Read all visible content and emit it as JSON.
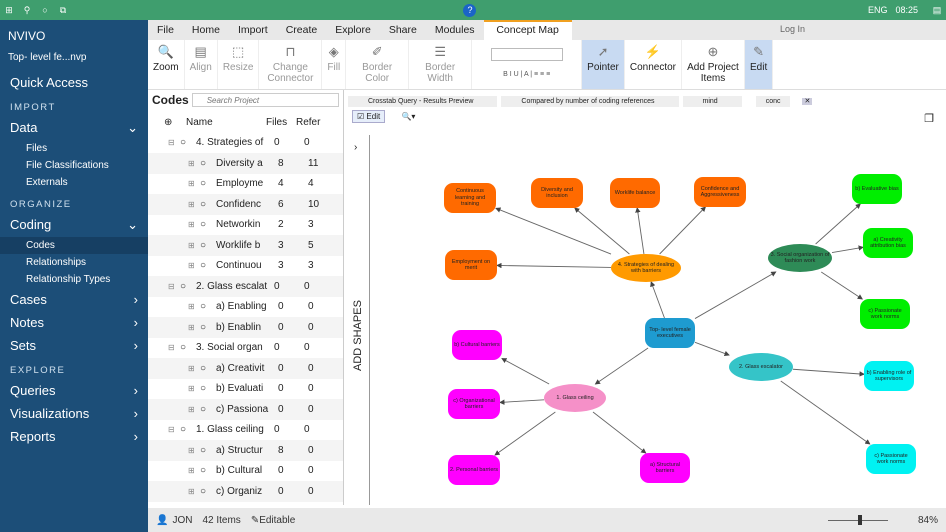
{
  "taskbar": {
    "lang": "ENG",
    "time": "08:25"
  },
  "sidebar": {
    "app": "NVIVO",
    "project": "Top- level fe...nvp",
    "quick_access": "Quick Access",
    "sections": [
      {
        "title": "IMPORT",
        "groups": [
          {
            "label": "Data",
            "items": [
              "Files",
              "File Classifications",
              "Externals"
            ]
          }
        ]
      },
      {
        "title": "ORGANIZE",
        "groups": [
          {
            "label": "Coding",
            "items": [
              "Codes",
              "Relationships",
              "Relationship Types"
            ]
          },
          {
            "label": "Cases",
            "items": []
          },
          {
            "label": "Notes",
            "items": []
          },
          {
            "label": "Sets",
            "items": []
          }
        ]
      },
      {
        "title": "EXPLORE",
        "groups": [
          {
            "label": "Queries",
            "items": []
          },
          {
            "label": "Visualizations",
            "items": []
          },
          {
            "label": "Reports",
            "items": []
          }
        ]
      }
    ]
  },
  "ribbon": {
    "tabs": [
      "File",
      "Home",
      "Import",
      "Create",
      "Explore",
      "Share",
      "Modules",
      "Concept Map"
    ],
    "active_tab": "Concept Map",
    "login": "Log In",
    "buttons": [
      {
        "label": "Zoom",
        "icon": "zoom-icon",
        "state": "normal"
      },
      {
        "label": "Align",
        "icon": "align-icon",
        "state": "disabled"
      },
      {
        "label": "Resize",
        "icon": "resize-icon",
        "state": "disabled"
      },
      {
        "label": "Change Connector",
        "icon": "connector-change-icon",
        "state": "disabled"
      },
      {
        "label": "Fill",
        "icon": "fill-icon",
        "state": "disabled"
      },
      {
        "label": "Border Color",
        "icon": "pen-icon",
        "state": "disabled"
      },
      {
        "label": "Border Width",
        "icon": "lines-icon",
        "state": "disabled"
      },
      {
        "label": "Pointer",
        "icon": "pointer-icon",
        "state": "selected"
      },
      {
        "label": "Connector",
        "icon": "plug-icon",
        "state": "normal"
      },
      {
        "label": "Add Project Items",
        "icon": "add-icon",
        "state": "normal"
      },
      {
        "label": "Edit",
        "icon": "pencil-icon",
        "state": "selected"
      }
    ]
  },
  "codes": {
    "title": "Codes",
    "search_placeholder": "Search Project",
    "columns": [
      "Name",
      "Files",
      "Refer"
    ],
    "rows": [
      {
        "name": "4. Strategies of",
        "files": "0",
        "refs": "0",
        "level": 0
      },
      {
        "name": "Diversity a",
        "files": "8",
        "refs": "11",
        "level": 1
      },
      {
        "name": "Employme",
        "files": "4",
        "refs": "4",
        "level": 1
      },
      {
        "name": "Confidenc",
        "files": "6",
        "refs": "10",
        "level": 1
      },
      {
        "name": "Networkin",
        "files": "2",
        "refs": "3",
        "level": 1
      },
      {
        "name": "Worklife b",
        "files": "3",
        "refs": "5",
        "level": 1
      },
      {
        "name": "Continuou",
        "files": "3",
        "refs": "3",
        "level": 1
      },
      {
        "name": "2. Glass escalat",
        "files": "0",
        "refs": "0",
        "level": 0
      },
      {
        "name": "a) Enabling",
        "files": "0",
        "refs": "0",
        "level": 1
      },
      {
        "name": "b) Enablin",
        "files": "0",
        "refs": "0",
        "level": 1
      },
      {
        "name": "3. Social organ",
        "files": "0",
        "refs": "0",
        "level": 0
      },
      {
        "name": "a) Creativit",
        "files": "0",
        "refs": "0",
        "level": 1
      },
      {
        "name": "b) Evaluati",
        "files": "0",
        "refs": "0",
        "level": 1
      },
      {
        "name": "c) Passiona",
        "files": "0",
        "refs": "0",
        "level": 1
      },
      {
        "name": "1. Glass ceiling",
        "files": "0",
        "refs": "0",
        "level": 0
      },
      {
        "name": "a) Structur",
        "files": "8",
        "refs": "0",
        "level": 1
      },
      {
        "name": "b) Cultural",
        "files": "0",
        "refs": "0",
        "level": 1
      },
      {
        "name": "c) Organiz",
        "files": "0",
        "refs": "0",
        "level": 1
      }
    ]
  },
  "doc_tabs": [
    "Crosstab Query - Results Preview",
    "Compared by number of coding references",
    "mind",
    "conc"
  ],
  "edit_label": "Edit",
  "add_shapes": "ADD SHAPES",
  "map": {
    "nodes": [
      {
        "id": "top",
        "label": "Top- level female executives",
        "color": "#1e9bd0",
        "shape": "rect"
      },
      {
        "id": "s4",
        "label": "4. Strategies of dealing with barriers",
        "color": "#ff9a00",
        "shape": "ellipse"
      },
      {
        "id": "cl",
        "label": "Continuous learning and training",
        "color": "#ff6a00",
        "shape": "rect"
      },
      {
        "id": "di",
        "label": "Diversity and inclusion",
        "color": "#ff6a00",
        "shape": "rect"
      },
      {
        "id": "wb",
        "label": "Worklife balance",
        "color": "#ff6a00",
        "shape": "rect"
      },
      {
        "id": "ca",
        "label": "Confidence and Aggressiveness",
        "color": "#ff6a00",
        "shape": "rect"
      },
      {
        "id": "em",
        "label": "Employment on merit",
        "color": "#ff6a00",
        "shape": "rect"
      },
      {
        "id": "s3",
        "label": "3. Social organization of fashion work",
        "color": "#2e8b57",
        "shape": "ellipse"
      },
      {
        "id": "eb",
        "label": "b) Evaluative bias",
        "color": "#00ee00",
        "shape": "rect"
      },
      {
        "id": "cb",
        "label": "a) Creativity attribution bias",
        "color": "#00ee00",
        "shape": "rect"
      },
      {
        "id": "pw",
        "label": "c) Passionate work norms",
        "color": "#00ee00",
        "shape": "rect"
      },
      {
        "id": "s2",
        "label": "2. Glass escalator",
        "color": "#35c4c8",
        "shape": "ellipse"
      },
      {
        "id": "er",
        "label": "b) Enabling role of supervisors",
        "color": "#00f2f2",
        "shape": "rect"
      },
      {
        "id": "pw2",
        "label": "c) Passionate work norms",
        "color": "#00f2f2",
        "shape": "rect"
      },
      {
        "id": "s1",
        "label": "1. Glass ceiling",
        "color": "#f590c8",
        "shape": "ellipse"
      },
      {
        "id": "cu",
        "label": "b) Cultural barriers",
        "color": "#ff00ff",
        "shape": "rect"
      },
      {
        "id": "ob",
        "label": "c) Organizational barriers",
        "color": "#ff00ff",
        "shape": "rect"
      },
      {
        "id": "pb",
        "label": "2. Personal barriers",
        "color": "#ff00ff",
        "shape": "rect"
      },
      {
        "id": "sb",
        "label": "a) Structural barriers",
        "color": "#ff00ff",
        "shape": "rect"
      }
    ],
    "edges": [
      [
        "top",
        "s4"
      ],
      [
        "s4",
        "cl"
      ],
      [
        "s4",
        "di"
      ],
      [
        "s4",
        "wb"
      ],
      [
        "s4",
        "ca"
      ],
      [
        "s4",
        "em"
      ],
      [
        "top",
        "s3"
      ],
      [
        "s3",
        "eb"
      ],
      [
        "s3",
        "cb"
      ],
      [
        "s3",
        "pw"
      ],
      [
        "top",
        "s2"
      ],
      [
        "s2",
        "er"
      ],
      [
        "s2",
        "pw2"
      ],
      [
        "top",
        "s1"
      ],
      [
        "s1",
        "cu"
      ],
      [
        "s1",
        "ob"
      ],
      [
        "s1",
        "pb"
      ],
      [
        "s1",
        "sb"
      ]
    ]
  },
  "status": {
    "user": "JON",
    "items": "42 Items",
    "mode": "Editable",
    "zoom": "84%",
    "zoom_level": 0.84
  }
}
